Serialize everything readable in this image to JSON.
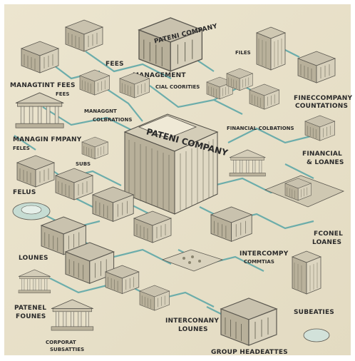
{
  "image": {
    "background": "#e9e2cc",
    "frame": "#ffffff",
    "line_color": "#5fa8a8"
  },
  "center": {
    "sign": "PATENI COMPANY"
  },
  "top_hq": {
    "sign": "PATENI COMPANY"
  },
  "labels": {
    "fees_top": "FEES",
    "files": "FILES",
    "management_fees": "MANAGTINT FEES",
    "fees_small": "FEES",
    "management_top": "MANAGEMENT",
    "cial_coorities": "CIAL COORITIES",
    "management_center": "MANAGGNT",
    "colbations": "COLBRATIONS",
    "fineccompany": "FINECCOMPANY",
    "countations": "COUNTATIONS",
    "managin_fmpany": "MANAGIN FMPANY",
    "feles": "FELES",
    "financial_colbations": "FINANCIAL COLBATIONS",
    "financial": "FINANCIAL",
    "loanes_right": "& LOANES",
    "subs": "SUBS",
    "felus": "FELUS",
    "fconel": "FCONEL",
    "loanes_mid": "LOANES",
    "lounes": "LOUNES",
    "intercompy": "INTERCOMPY",
    "conmtias": "COMMTIAS",
    "patenel": "PATENEL",
    "founes": "FOUNES",
    "interconany": "INTERCONANY",
    "lounes_bottom": "LOUNES",
    "subeaties": "SUBEATIES",
    "corporat": "CORPORAT",
    "subsatties": "SUBSATTIES",
    "group_hq": "GROUP HEADEATTES"
  }
}
